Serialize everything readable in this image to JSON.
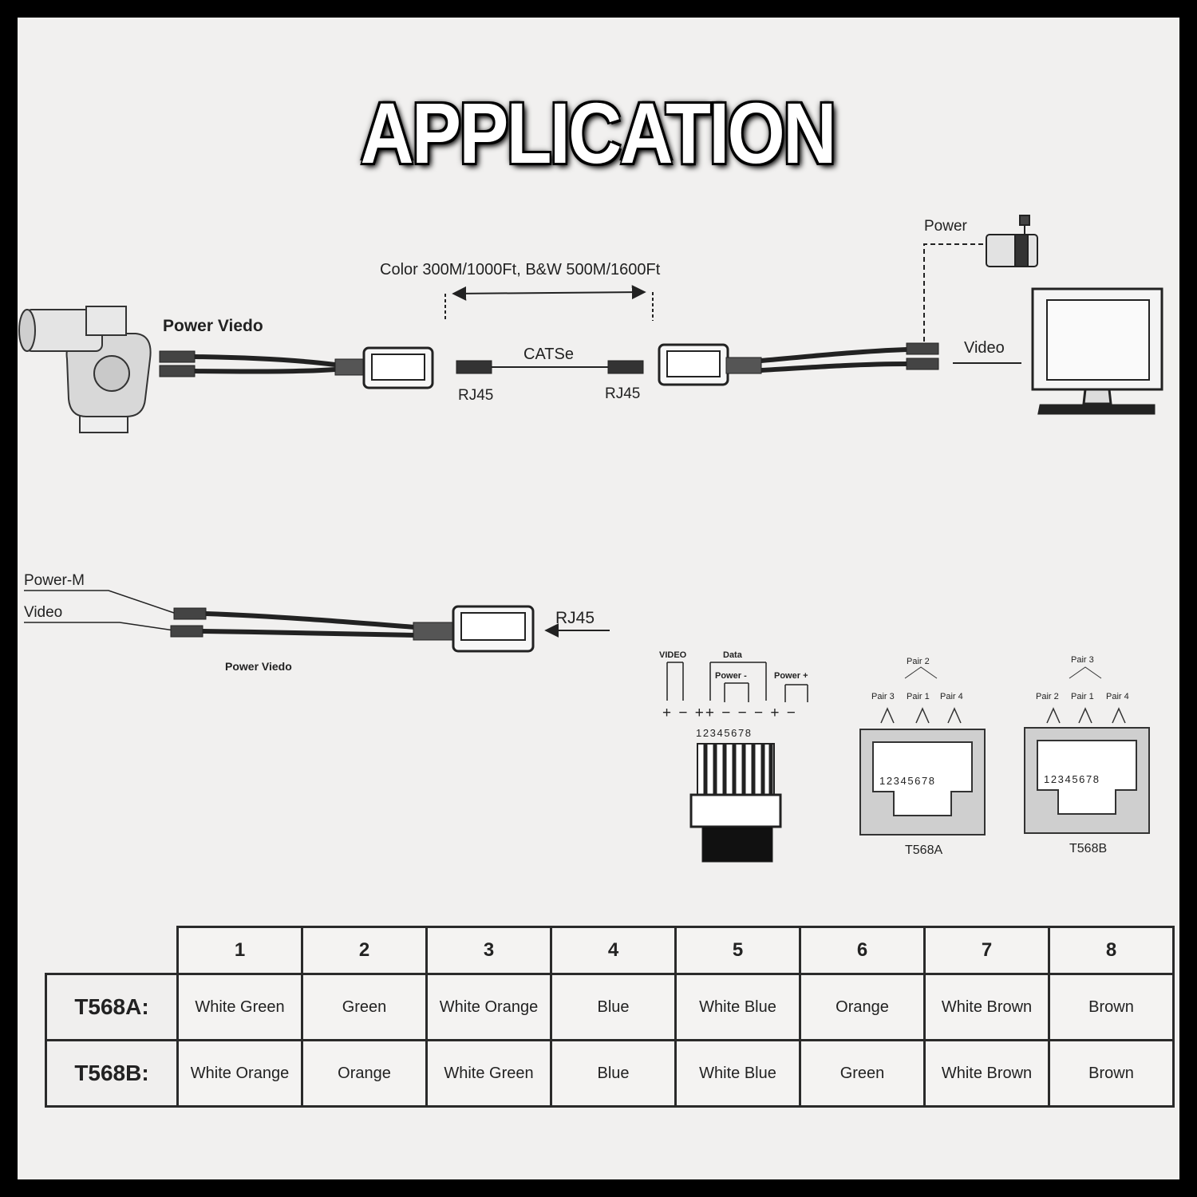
{
  "title": "APPLICATION",
  "top_diagram": {
    "power_video_label": "Power Viedo",
    "distance_label": "Color 300M/1000Ft, B&W 500M/1600Ft",
    "cable_label": "CATSe",
    "rj45_left": "RJ45",
    "rj45_right": "RJ45",
    "power_label": "Power",
    "video_label": "Video"
  },
  "middle_diagram": {
    "power_m_label": "Power-M",
    "video_label": "Video",
    "rj45_label": "RJ45",
    "power_video_caption": "Power Viedo"
  },
  "plug_diagram": {
    "video": "VIDEO",
    "data": "Data",
    "power_minus": "Power -",
    "power_plus": "Power +",
    "polarity": "+ − ++ − − − + −",
    "pin_numbers": "12345678"
  },
  "jack_a": {
    "pair_top": "Pair 2",
    "pair_left": "Pair 3",
    "pair_mid": "Pair 1",
    "pair_right": "Pair 4",
    "pins": "12345678",
    "caption": "T568A"
  },
  "jack_b": {
    "pair_top": "Pair 3",
    "pair_left": "Pair 2",
    "pair_mid": "Pair 1",
    "pair_right": "Pair 4",
    "pins": "12345678",
    "caption": "T568B"
  },
  "pin_table": {
    "headers": [
      "1",
      "2",
      "3",
      "4",
      "5",
      "6",
      "7",
      "8"
    ],
    "rows": [
      {
        "label": "T568A:",
        "cells": [
          "White Green",
          "Green",
          "White Orange",
          "Blue",
          "White Blue",
          "Orange",
          "White Brown",
          "Brown"
        ]
      },
      {
        "label": "T568B:",
        "cells": [
          "White Orange",
          "Orange",
          "White Green",
          "Blue",
          "White Blue",
          "Green",
          "White Brown",
          "Brown"
        ]
      }
    ]
  },
  "colors": {
    "frame": "#000000",
    "paper": "#f1f0ef",
    "ink": "#222222"
  }
}
